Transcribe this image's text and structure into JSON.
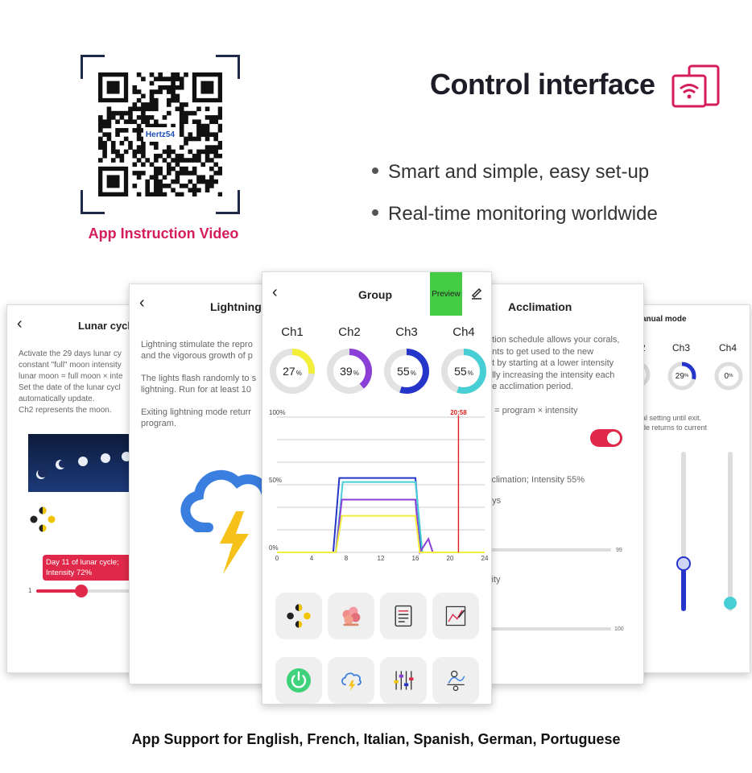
{
  "qr": {
    "center_text": "Hertz54",
    "caption": "App Instruction Video"
  },
  "headline": {
    "title": "Control interface",
    "icon": "tablet-wifi-icon"
  },
  "features": [
    "Smart and simple, easy set-up",
    "Real-time monitoring worldwide"
  ],
  "lunar": {
    "title": "Lunar cycle",
    "description": [
      "Activate the 29 days lunar cy",
      "constant \"full\" moon intensity",
      "lunar moon = full moon × inte",
      "Set the date of the lunar cycl",
      "automatically update.",
      "Ch2 represents the moon."
    ],
    "tooltip": [
      "Day 11 of lunar cycle;",
      "Intensity 72%"
    ],
    "slider_min": "1",
    "slider_value": 0.4
  },
  "lightning": {
    "title": "Lightning",
    "para1": [
      "Lightning stimulate the repro",
      "and the vigorous growth of p"
    ],
    "para2": [
      "The lights flash randomly to s",
      "lightning. Run for at least 10"
    ],
    "para3": [
      "Exiting lightning mode returr",
      "program."
    ]
  },
  "group": {
    "title": "Group",
    "preview_label": "Preview",
    "channels": [
      {
        "label": "Ch1",
        "value": 27,
        "unit": "%",
        "color": "#f2ee3a"
      },
      {
        "label": "Ch2",
        "value": 39,
        "unit": "%",
        "color": "#8b3fd6"
      },
      {
        "label": "Ch3",
        "value": 55,
        "unit": "%",
        "color": "#2535c9"
      },
      {
        "label": "Ch4",
        "value": 55,
        "unit": "%",
        "color": "#48cfd6"
      }
    ],
    "tiles_row1": [
      "moon-phases-icon",
      "coral-icon",
      "schedule-list-icon",
      "chart-pen-icon"
    ],
    "tiles_row2": [
      "power-icon",
      "storm-cloud-icon",
      "sliders-icon",
      "acclimation-icon"
    ]
  },
  "chart_data": {
    "type": "line",
    "x_ticks": [
      "0",
      "4",
      "8",
      "12",
      "16",
      "20",
      "24"
    ],
    "y_ticks": [
      "100%",
      "50%",
      "0%"
    ],
    "xlim": [
      0,
      24
    ],
    "ylim": [
      0,
      100
    ],
    "marker": {
      "x": 20.97,
      "label": "20:58"
    },
    "series": [
      {
        "color": "#2535c9",
        "points": [
          [
            0,
            0
          ],
          [
            6.5,
            0
          ],
          [
            7.2,
            55
          ],
          [
            16,
            55
          ],
          [
            16.7,
            0
          ],
          [
            24,
            0
          ]
        ]
      },
      {
        "color": "#48cfd6",
        "points": [
          [
            0,
            0
          ],
          [
            6.8,
            0
          ],
          [
            7.6,
            52
          ],
          [
            16,
            52
          ],
          [
            16.8,
            0
          ],
          [
            24,
            0
          ]
        ]
      },
      {
        "color": "#8b3fd6",
        "points": [
          [
            0,
            0
          ],
          [
            6.8,
            0
          ],
          [
            7.5,
            39
          ],
          [
            16,
            39
          ],
          [
            16.5,
            0
          ],
          [
            17.5,
            10
          ],
          [
            18,
            0
          ],
          [
            24,
            0
          ]
        ]
      },
      {
        "color": "#f2ee3a",
        "points": [
          [
            0,
            0
          ],
          [
            6.8,
            0
          ],
          [
            7.5,
            27
          ],
          [
            16,
            27
          ],
          [
            16.5,
            0
          ],
          [
            24,
            0
          ]
        ]
      }
    ]
  },
  "acclimation": {
    "title": "Acclimation",
    "description": [
      "ation schedule allows your corals,",
      "ants to get used to the new",
      "nt by starting at a lower intensity",
      "ally increasing the intensity each",
      "he acclimation period."
    ],
    "formula": "n = program × intensity",
    "status": "cclimation; Intensity 55%",
    "days_label": "ays",
    "days_max": "99",
    "intensity_label": "sity",
    "intensity_max": "100",
    "toggle_on": true
  },
  "manual": {
    "title": "anual mode",
    "channels": [
      {
        "label": "2"
      },
      {
        "label": "Ch3",
        "value": "29",
        "unit": "%"
      },
      {
        "label": "Ch4",
        "value": "0",
        "unit": "%"
      }
    ],
    "note": [
      "al setting until exit.",
      "de returns to current"
    ],
    "slider_ch3": 0.3,
    "slider_ch4": 0.05
  },
  "footer": "App Support for English, French, Italian, Spanish, German, Portuguese"
}
